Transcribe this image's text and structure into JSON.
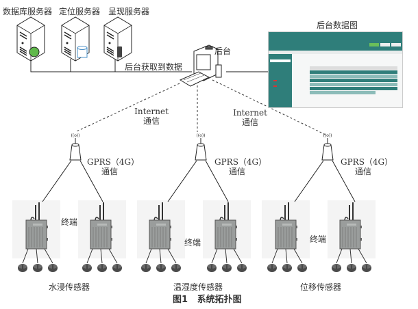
{
  "servers": [
    {
      "label": "数据库服务器",
      "overlay": "globe-icon"
    },
    {
      "label": "定位服务器",
      "overlay": "database-icon"
    },
    {
      "label": "呈现服务器",
      "overlay": "phone-icon"
    }
  ],
  "backend": {
    "label": "后台",
    "fetch_label": "后台获取到数据",
    "dashboard_title": "后台数据图"
  },
  "links": {
    "internet_left": [
      "Internet",
      "通信"
    ],
    "internet_right": [
      "Internet",
      "通信"
    ],
    "gprs": [
      [
        "GPRS（4G）",
        "通信"
      ],
      [
        "GPRS（4G）",
        "通信"
      ],
      [
        "GPRS（4G）",
        "通信"
      ]
    ]
  },
  "groups": [
    {
      "terminal_label": "终端",
      "sensor_label": "水浸传感器"
    },
    {
      "terminal_label": "终端",
      "sensor_label": "温湿度传感器"
    },
    {
      "terminal_label": "终端",
      "sensor_label": "位移传感器"
    }
  ],
  "caption": {
    "number": "图1",
    "title": "系统拓扑图"
  },
  "colors": {
    "teal": "#2f7e7a",
    "line": "#333333",
    "globe": "#5fb84a",
    "db": "#4a90c8"
  }
}
